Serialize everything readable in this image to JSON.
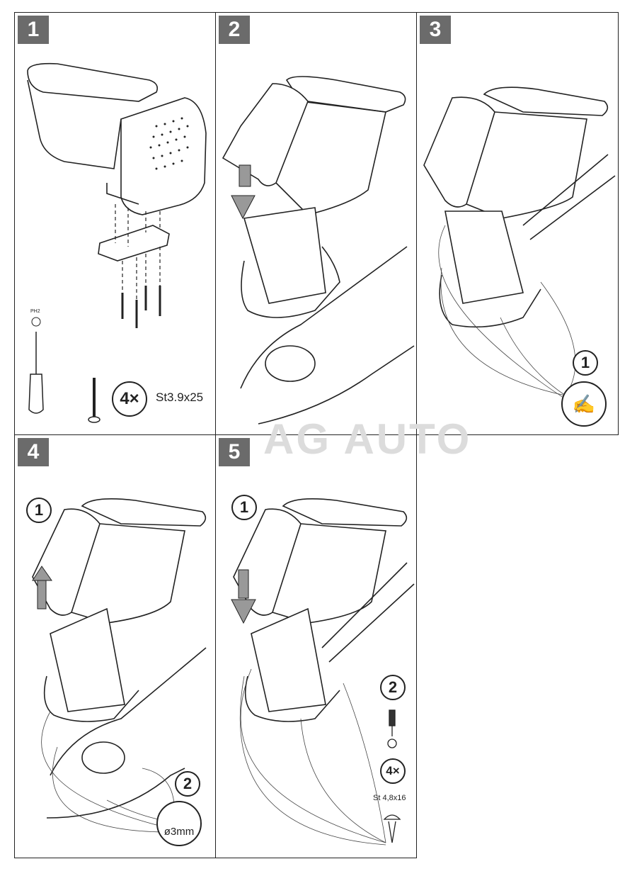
{
  "watermark": "AG AUTO",
  "steps": [
    {
      "number": "1",
      "tool_label": "PH2",
      "count": "4×",
      "screw_spec": "St3.9x25"
    },
    {
      "number": "2"
    },
    {
      "number": "3",
      "callout": "1"
    },
    {
      "number": "4",
      "callout_1": "1",
      "callout_2": "2",
      "drill_spec": "ø3mm"
    },
    {
      "number": "5",
      "callout_1": "1",
      "callout_2": "2",
      "count": "4×",
      "screw_spec": "St 4,8x16"
    }
  ],
  "colors": {
    "step_badge": "#6b6b6b",
    "line": "#222222"
  }
}
